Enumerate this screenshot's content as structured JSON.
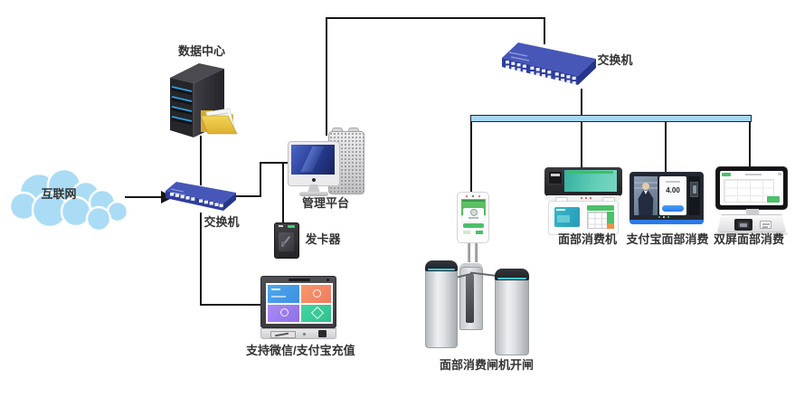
{
  "labels": {
    "internet": "互联网",
    "data_center": "数据中心",
    "switch_left": "交换机",
    "mgmt_platform": "管理平台",
    "card_issuer": "发卡器",
    "recharge_terminal": "支持微信/支付宝充值",
    "switch_right": "交换机",
    "face_pos": "面部消费机",
    "alipay_face": "支付宝面部消费",
    "dual_screen": "双屏面部消费",
    "gate": "面部消费闸机开闸"
  },
  "screens": {
    "alipay_amount": "4.00"
  },
  "colors": {
    "connector_line": "#161616",
    "label_color": "#333333",
    "bus_fill": "#a6d7f5",
    "bus_border": "#1f1f3a",
    "switch_top": "#4757b8",
    "switch_front": "#2e3e9e",
    "switch_end": "#26368c",
    "cloud_fill": "#aadcf5",
    "folder_yellow": "#e9c63f",
    "gate_accent": "#3ac8e8",
    "success_green": "#4cc06a",
    "alipay_blue": "#2a7ae8"
  }
}
